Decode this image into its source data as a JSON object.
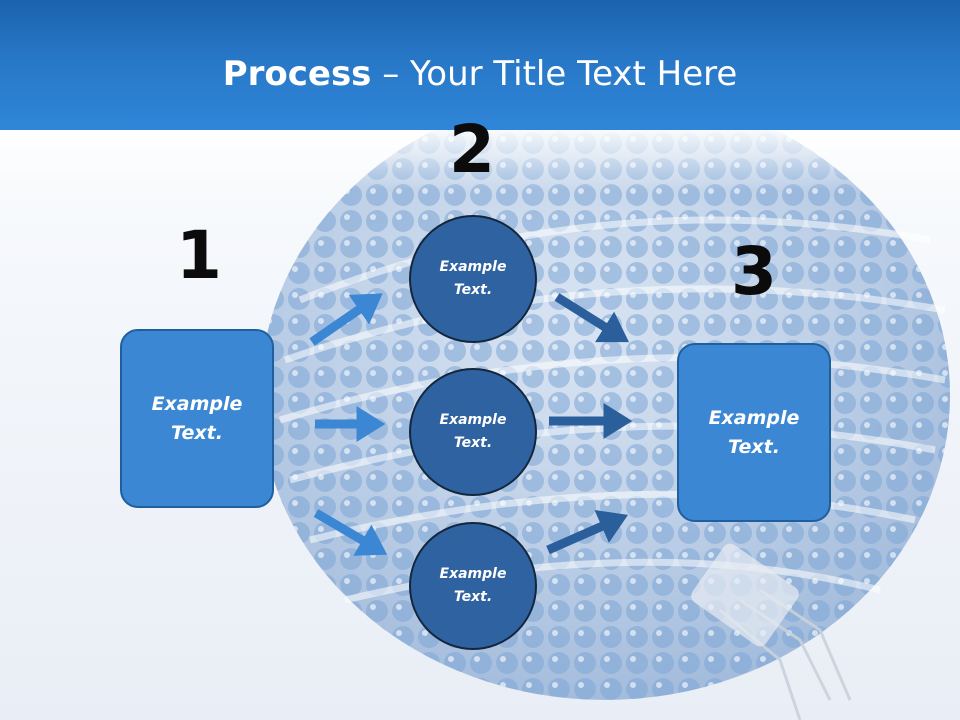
{
  "title": {
    "bold": "Process",
    "rest": " – Your Title Text Here"
  },
  "steps": {
    "one": "1",
    "two": "2",
    "three": "3"
  },
  "boxes": {
    "left": "Example Text.",
    "right": "Example Text."
  },
  "circles": {
    "top": "Example Text.",
    "middle": "Example Text.",
    "bottom": "Example Text."
  },
  "colors": {
    "header": "#2877c7",
    "box": "#3b87d4",
    "circle": "#2f62a0",
    "arrow_light": "#3b87d4",
    "arrow_dark": "#2b5f9c"
  }
}
